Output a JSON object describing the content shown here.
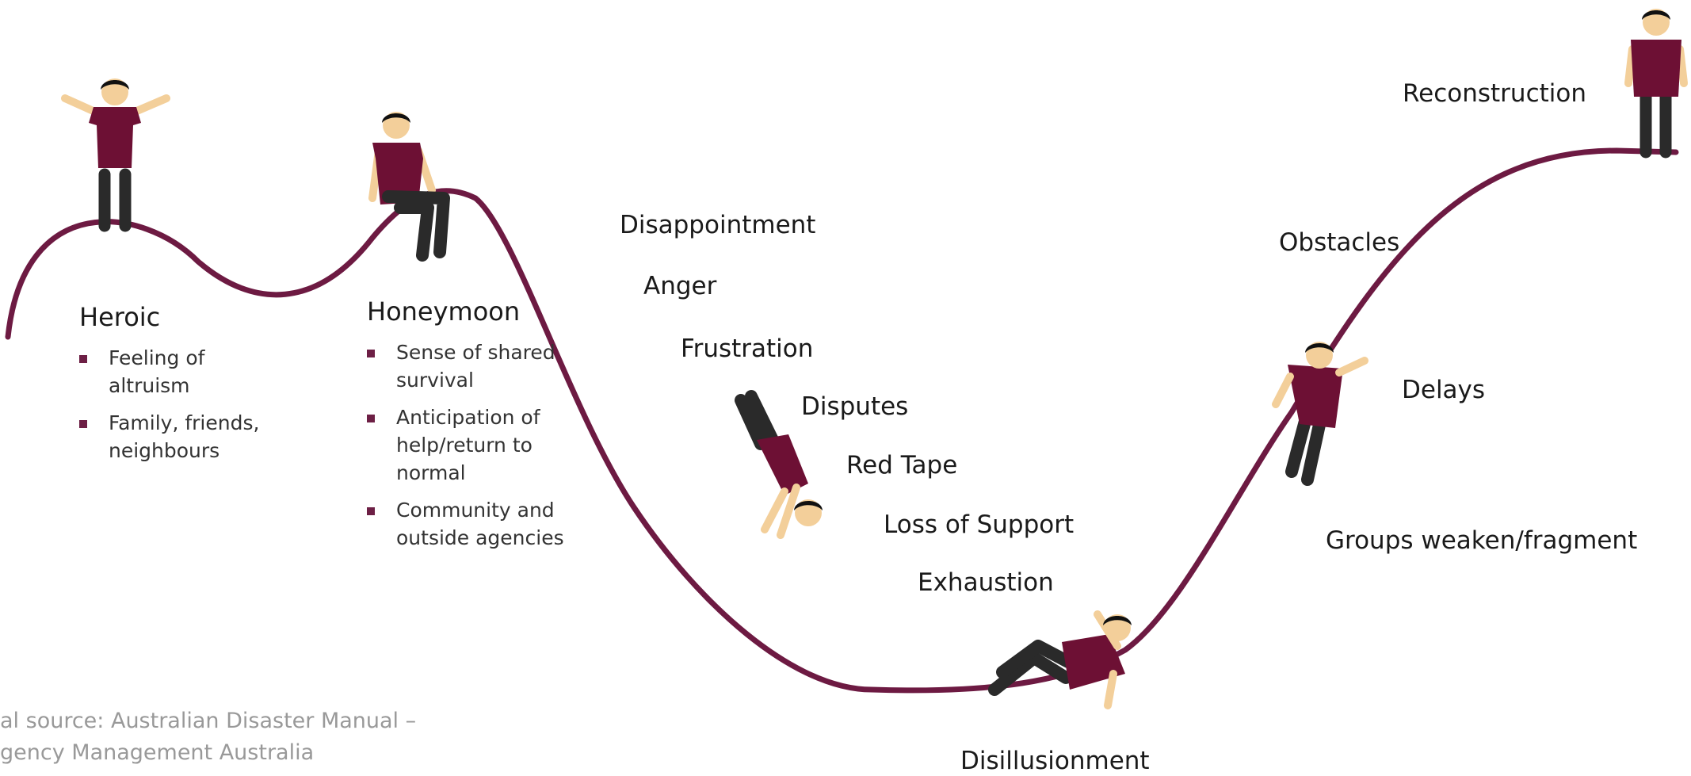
{
  "colors": {
    "curve": "#6d1a42",
    "shirt": "#6d1034",
    "skin": "#f3cf9a",
    "hair": "#111111",
    "trousers": "#2a2a2a"
  },
  "phases": {
    "heroic": {
      "title": "Heroic",
      "bullets": [
        "Feeling of altruism",
        "Family, friends, neighbours"
      ]
    },
    "honeymoon": {
      "title": "Honeymoon",
      "bullets": [
        "Sense of shared survival",
        "Anticipation of help/return to normal",
        "Community and outside agencies"
      ]
    },
    "disillusionment": {
      "title": "Disillusionment"
    },
    "reconstruction": {
      "title": "Reconstruction"
    }
  },
  "decline_labels": [
    "Disappointment",
    "Anger",
    "Frustration",
    "Disputes",
    "Red Tape",
    "Loss of Support",
    "Exhaustion"
  ],
  "recovery_labels": [
    "Obstacles",
    "Delays",
    "Groups weaken/fragment"
  ],
  "source": {
    "line1": "al source: Australian Disaster Manual –",
    "line2": "gency Management Australia"
  }
}
